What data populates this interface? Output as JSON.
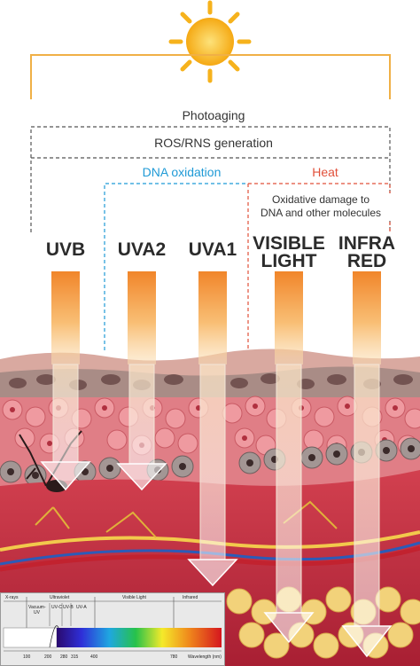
{
  "labels": {
    "photoaging": "Photoaging",
    "ros": "ROS/RNS generation",
    "dna_oxidation": "DNA oxidation",
    "heat": "Heat",
    "oxidative_line1": "Oxidative damage to",
    "oxidative_line2": "DNA and other molecules"
  },
  "bands": [
    {
      "id": "uvb",
      "line1": "UVB",
      "line2": ""
    },
    {
      "id": "uva2",
      "line1": "UVA2",
      "line2": ""
    },
    {
      "id": "uva1",
      "line1": "UVA1",
      "line2": ""
    },
    {
      "id": "visible",
      "line1": "VISIBLE",
      "line2": "LIGHT"
    },
    {
      "id": "infrared",
      "line1": "INFRA",
      "line2": "RED"
    }
  ],
  "spectrum": {
    "regions": {
      "xrays": "X-rays",
      "ultraviolet": "Ultraviolet",
      "vacuum_uv_1": "Vacuum-",
      "vacuum_uv_2": "UV",
      "uvc": "UV-C",
      "uvb": "UV-B",
      "uva": "UV-A",
      "visible": "Visible Light",
      "infrared": "Infrared"
    },
    "ticks": [
      "100",
      "200",
      "280",
      "315",
      "400",
      "780"
    ],
    "axis_label": "Wavelength (nm)"
  },
  "colors": {
    "sun": "#f6b21c",
    "frame_orange": "#f0b046",
    "dna_blue": "#1f9ad6",
    "heat_red": "#e1503a",
    "ray_orange": "#f29a2e",
    "skin_pink": "#e27a80",
    "dermis_red": "#c8384a"
  }
}
